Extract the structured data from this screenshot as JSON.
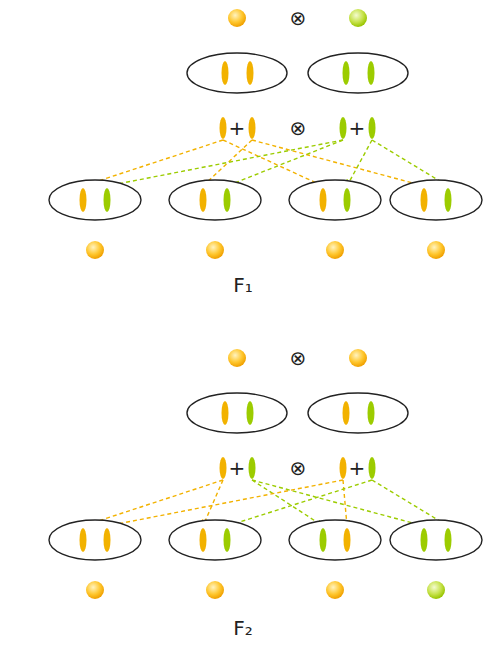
{
  "diagram": {
    "labels": [
      "⊗",
      "+",
      "⊗",
      "+",
      "F₁",
      "⊗",
      "+",
      "⊗",
      "+",
      "F₂"
    ]
  }
}
